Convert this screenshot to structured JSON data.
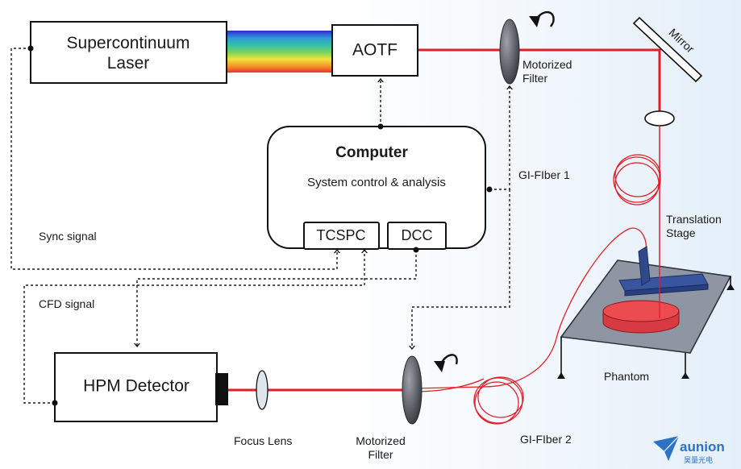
{
  "nodes": {
    "laser": "Supercontinuum\nLaser",
    "aotf": "AOTF",
    "computer_title": "Computer",
    "computer_subtitle": "System control & analysis",
    "tcspc": "TCSPC",
    "dcc": "DCC",
    "hpm": "HPM Detector"
  },
  "labels": {
    "motorized_filter_top": "Motorized\nFilter",
    "motorized_filter_bottom": "Motorized\nFilter",
    "mirror": "Mirror",
    "gi_fiber_1": "GI-FIber 1",
    "gi_fiber_2": "GI-FIber 2",
    "translation_stage": "Translation\nStage",
    "phantom": "Phantom",
    "sync_signal": "Sync signal",
    "cfd_signal": "CFD signal",
    "focus_lens": "Focus Lens"
  },
  "logo": {
    "name": "aunion",
    "subtitle": "昊量光电"
  },
  "colors": {
    "laser_beam": "#e11d2a",
    "background_tint": "#e6f1fa",
    "filter": "#55575e",
    "stage_plate": "#8f96a3",
    "stage_bar": "#2e4a8a",
    "phantom_disc": "#e7393f",
    "logo": "#2b74c5"
  }
}
